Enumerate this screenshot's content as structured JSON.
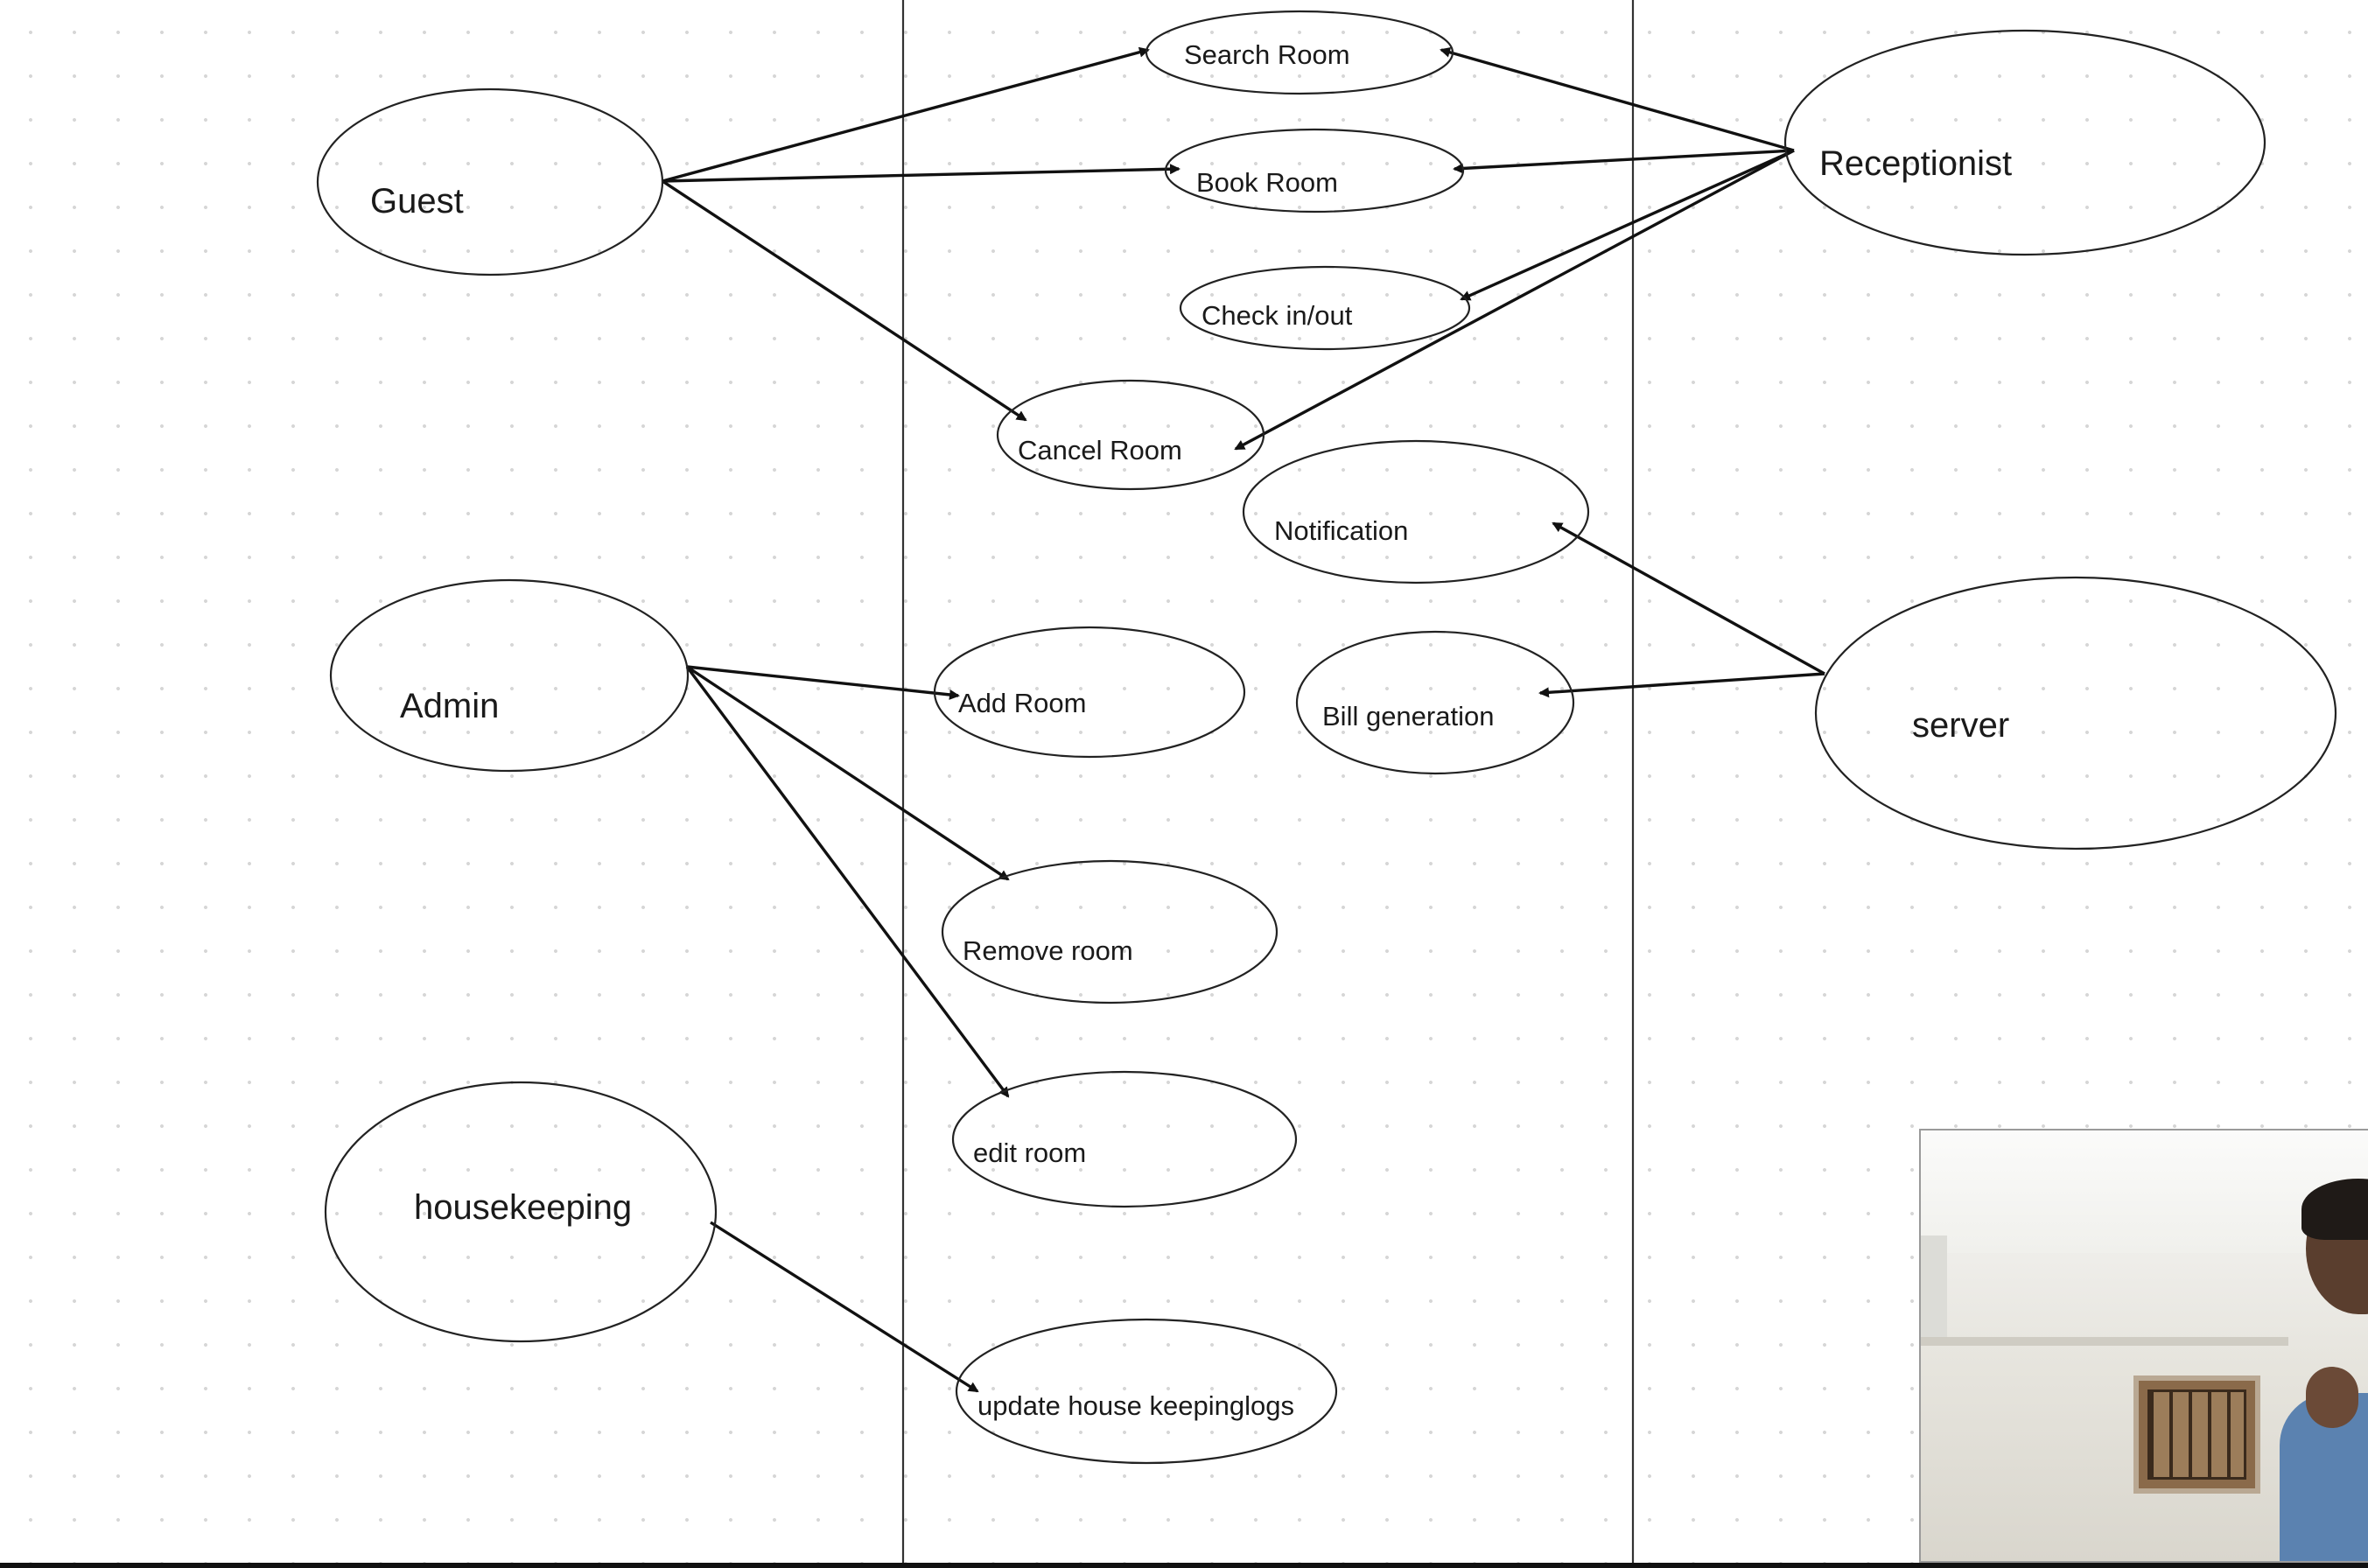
{
  "diagram": {
    "actors": {
      "guest": "Guest",
      "admin": "Admin",
      "housekeeping": "housekeeping",
      "receptionist": "Receptionist",
      "server": "server"
    },
    "use_cases": {
      "search_room": "Search Room",
      "book_room": "Book Room",
      "check_in_out": "Check in/out",
      "cancel_room": "Cancel Room",
      "notification": "Notification",
      "bill_generation": "Bill generation",
      "add_room": "Add Room",
      "remove_room": "Remove room",
      "edit_room": "edit room",
      "update_housekeeping_logs": "update house keepinglogs"
    },
    "associations": [
      {
        "from": "Guest",
        "to": "Search Room"
      },
      {
        "from": "Guest",
        "to": "Book Room"
      },
      {
        "from": "Guest",
        "to": "Cancel Room"
      },
      {
        "from": "Receptionist",
        "to": "Search Room"
      },
      {
        "from": "Receptionist",
        "to": "Book Room"
      },
      {
        "from": "Receptionist",
        "to": "Check in/out"
      },
      {
        "from": "Receptionist",
        "to": "Cancel Room"
      },
      {
        "from": "server",
        "to": "Notification"
      },
      {
        "from": "server",
        "to": "Bill generation"
      },
      {
        "from": "Admin",
        "to": "Add Room"
      },
      {
        "from": "Admin",
        "to": "Remove room"
      },
      {
        "from": "Admin",
        "to": "edit room"
      },
      {
        "from": "housekeeping",
        "to": "update house keepinglogs"
      }
    ]
  },
  "colors": {
    "background": "#ffffff",
    "grid_dots": "#d6d6d6",
    "stroke": "#222222"
  }
}
